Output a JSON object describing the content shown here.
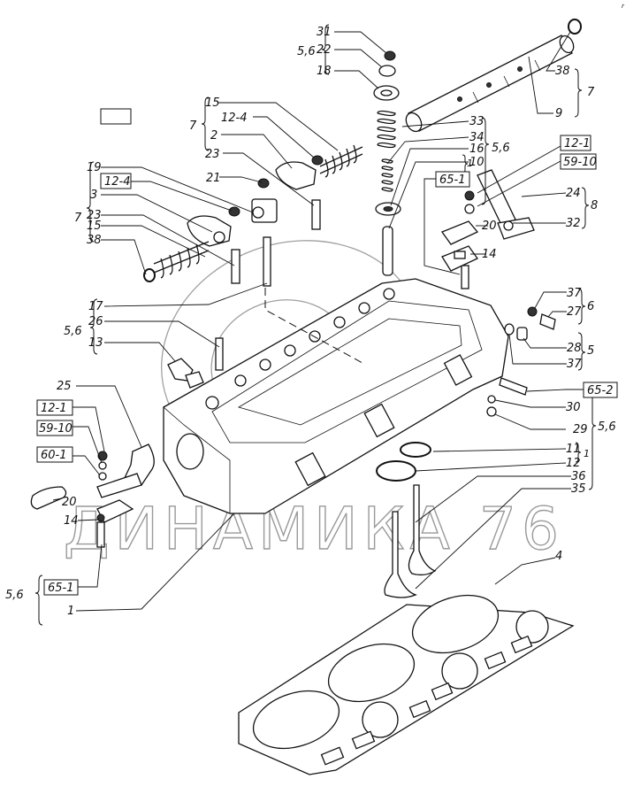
{
  "diagram": {
    "title": "Cylinder head assembly — exploded view",
    "watermark": "ДИНАМИКА 76",
    "corner_mark": "r",
    "callouts": [
      {
        "id": "c31",
        "text": "31"
      },
      {
        "id": "c22",
        "text": "22"
      },
      {
        "id": "c18",
        "text": "18"
      },
      {
        "id": "g56a",
        "text": "5,6"
      },
      {
        "id": "c38a",
        "text": "38"
      },
      {
        "id": "c9",
        "text": "9"
      },
      {
        "id": "g7a",
        "text": "7"
      },
      {
        "id": "c15a",
        "text": "15"
      },
      {
        "id": "b124a",
        "text": "12-4",
        "boxed": true
      },
      {
        "id": "c2",
        "text": "2"
      },
      {
        "id": "c23a",
        "text": "23"
      },
      {
        "id": "g7b",
        "text": "7"
      },
      {
        "id": "c21",
        "text": "21"
      },
      {
        "id": "c19",
        "text": "19"
      },
      {
        "id": "b124b",
        "text": "12-4",
        "boxed": true
      },
      {
        "id": "c3",
        "text": "3"
      },
      {
        "id": "c23b",
        "text": "23"
      },
      {
        "id": "c15b",
        "text": "15"
      },
      {
        "id": "c38b",
        "text": "38"
      },
      {
        "id": "g7c",
        "text": "7"
      },
      {
        "id": "c33",
        "text": "33"
      },
      {
        "id": "c34",
        "text": "34"
      },
      {
        "id": "c16",
        "text": "16"
      },
      {
        "id": "c10",
        "text": "10"
      },
      {
        "id": "g1a",
        "text": "1"
      },
      {
        "id": "g56b",
        "text": "5,6"
      },
      {
        "id": "b651a",
        "text": "65-1",
        "boxed": true
      },
      {
        "id": "b121a",
        "text": "12-1",
        "boxed": true
      },
      {
        "id": "b5910a",
        "text": "59-10",
        "boxed": true
      },
      {
        "id": "c24",
        "text": "24"
      },
      {
        "id": "c32",
        "text": "32"
      },
      {
        "id": "g8",
        "text": "8"
      },
      {
        "id": "c20a",
        "text": "20"
      },
      {
        "id": "c14a",
        "text": "14"
      },
      {
        "id": "c37a",
        "text": "37"
      },
      {
        "id": "c27",
        "text": "27"
      },
      {
        "id": "g6",
        "text": "6"
      },
      {
        "id": "c28",
        "text": "28"
      },
      {
        "id": "c37b",
        "text": "37"
      },
      {
        "id": "g5",
        "text": "5"
      },
      {
        "id": "c17",
        "text": "17"
      },
      {
        "id": "c26",
        "text": "26"
      },
      {
        "id": "c13",
        "text": "13"
      },
      {
        "id": "g56c",
        "text": "5,6"
      },
      {
        "id": "b652",
        "text": "65-2",
        "boxed": true
      },
      {
        "id": "c30",
        "text": "30"
      },
      {
        "id": "c29",
        "text": "29"
      },
      {
        "id": "c11",
        "text": "11"
      },
      {
        "id": "c12",
        "text": "12"
      },
      {
        "id": "g1b",
        "text": "1"
      },
      {
        "id": "g56d",
        "text": "5,6"
      },
      {
        "id": "c36",
        "text": "36"
      },
      {
        "id": "c35",
        "text": "35"
      },
      {
        "id": "c25",
        "text": "25"
      },
      {
        "id": "b121b",
        "text": "12-1",
        "boxed": true
      },
      {
        "id": "b5910b",
        "text": "59-10",
        "boxed": true
      },
      {
        "id": "b601",
        "text": "60-1",
        "boxed": true
      },
      {
        "id": "c20b",
        "text": "20"
      },
      {
        "id": "c14b",
        "text": "14"
      },
      {
        "id": "b651b",
        "text": "65-1",
        "boxed": true
      },
      {
        "id": "g56e",
        "text": "5,6"
      },
      {
        "id": "c1",
        "text": "1"
      },
      {
        "id": "c4",
        "text": "4"
      }
    ]
  }
}
